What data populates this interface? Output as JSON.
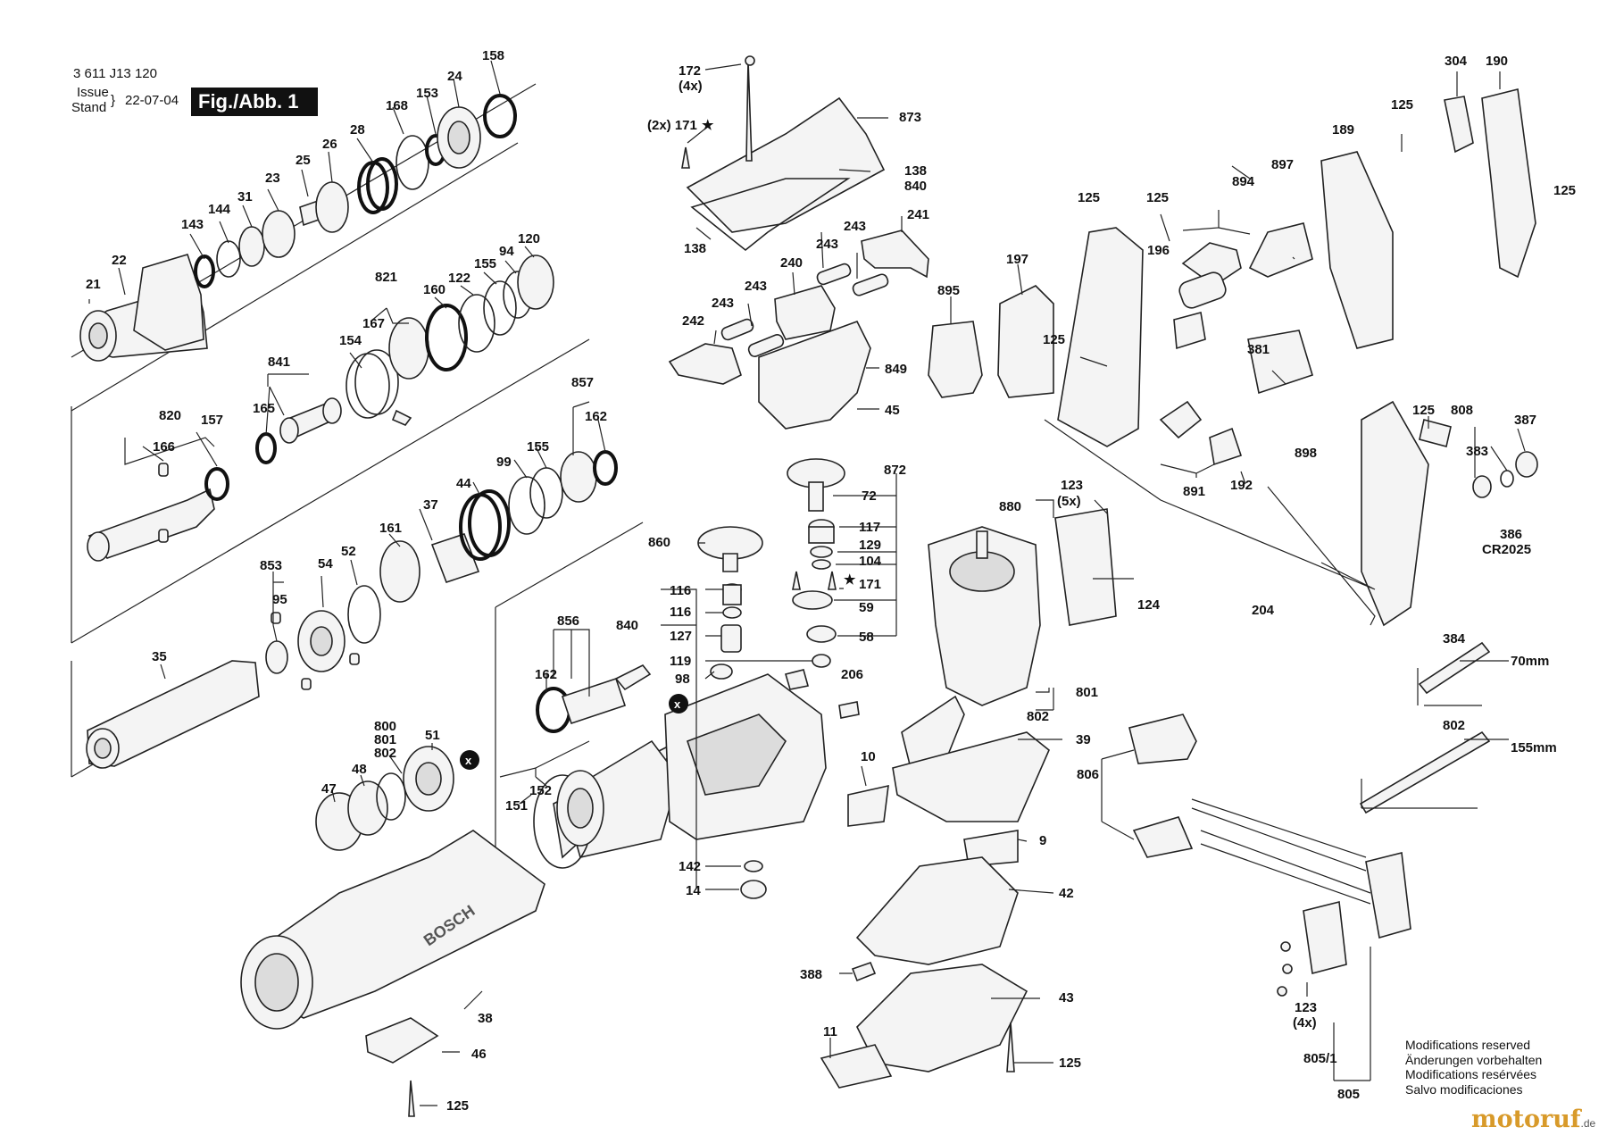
{
  "header": {
    "doc_number": "3 611 J13 120",
    "issue_label": "Issue",
    "stand_label": "Stand",
    "date": "22-07-04",
    "figure_label": "Fig./Abb. 1"
  },
  "callouts": {
    "c158": "158",
    "c24": "24",
    "c153": "153",
    "c168": "168",
    "c28": "28",
    "c26": "26",
    "c25": "25",
    "c23": "23",
    "c31": "31",
    "c144": "144",
    "c143": "143",
    "c22": "22",
    "c21": "21",
    "c821": "821",
    "c167": "167",
    "c160": "160",
    "c122": "122",
    "c155a": "155",
    "c94": "94",
    "c120": "120",
    "c154": "154",
    "c841": "841",
    "c165": "165",
    "c820": "820",
    "c157": "157",
    "c166": "166",
    "c857": "857",
    "c162a": "162",
    "c155b": "155",
    "c99": "99",
    "c44": "44",
    "c37": "37",
    "c161": "161",
    "c853": "853",
    "c54": "54",
    "c52": "52",
    "c95": "95",
    "c35": "35",
    "c800": "800",
    "c801": "801",
    "c802a": "802",
    "c51": "51",
    "c47": "47",
    "c48": "48",
    "c856": "856",
    "c162b": "162",
    "c151": "151",
    "c152": "152",
    "c38": "38",
    "c46": "46",
    "c125_bl": "125",
    "c172": "172",
    "c172q": "(4x)",
    "c171a": "(2x) 171",
    "c873": "873",
    "c138a": "138",
    "c840a": "840",
    "c138b": "138",
    "c243a": "243",
    "c241": "241",
    "c243b": "243",
    "c240": "240",
    "c243c": "243",
    "c242": "242",
    "c243d": "243",
    "c849": "849",
    "c45": "45",
    "c860": "860",
    "c872": "872",
    "c72": "72",
    "c117": "117",
    "c129": "129",
    "c104": "104",
    "c171b": "171",
    "c59": "59",
    "c58": "58",
    "c840b": "840",
    "c116a": "116",
    "c116b": "116",
    "c127": "127",
    "c119": "119",
    "c98": "98",
    "c206": "206",
    "c142": "142",
    "c14": "14",
    "cx1": "x",
    "cx2": "x",
    "c895": "895",
    "c197": "197",
    "c125_a": "125",
    "c125_b": "125",
    "c125_c": "125",
    "c196": "196",
    "c894": "894",
    "c897": "897",
    "c189": "189",
    "c125_d": "125",
    "c304": "304",
    "c190": "190",
    "c125_e": "125",
    "c381": "381",
    "c898": "898",
    "c891": "891",
    "c192": "192",
    "c125_f": "125",
    "c808": "808",
    "c387": "387",
    "c383": "383",
    "c386": "386",
    "cCR": "CR2025",
    "c204": "204",
    "c880": "880",
    "c123a": "123",
    "c123q": "(5x)",
    "c124": "124",
    "c802b": "802",
    "c39": "39",
    "c10": "10",
    "c9": "9",
    "c42": "42",
    "c388": "388",
    "c43": "43",
    "c11": "11",
    "c125_g": "125",
    "c384": "384",
    "c70mm": "70mm",
    "c802c": "802",
    "c155mm": "155mm",
    "c806": "806",
    "c123b": "123",
    "c123bq": "(4x)",
    "c805_1": "805/1",
    "c805": "805"
  },
  "footer": {
    "notes": [
      "Modifications reserved",
      "Änderungen vorbehalten",
      "Modifications resérvées",
      "Salvo modificaciones"
    ],
    "watermark": "motoruf",
    "watermark_tld": ".de"
  },
  "colors": {
    "ink": "#111111",
    "part_fill": "#f4f4f4",
    "watermark": "#d89a2a"
  }
}
